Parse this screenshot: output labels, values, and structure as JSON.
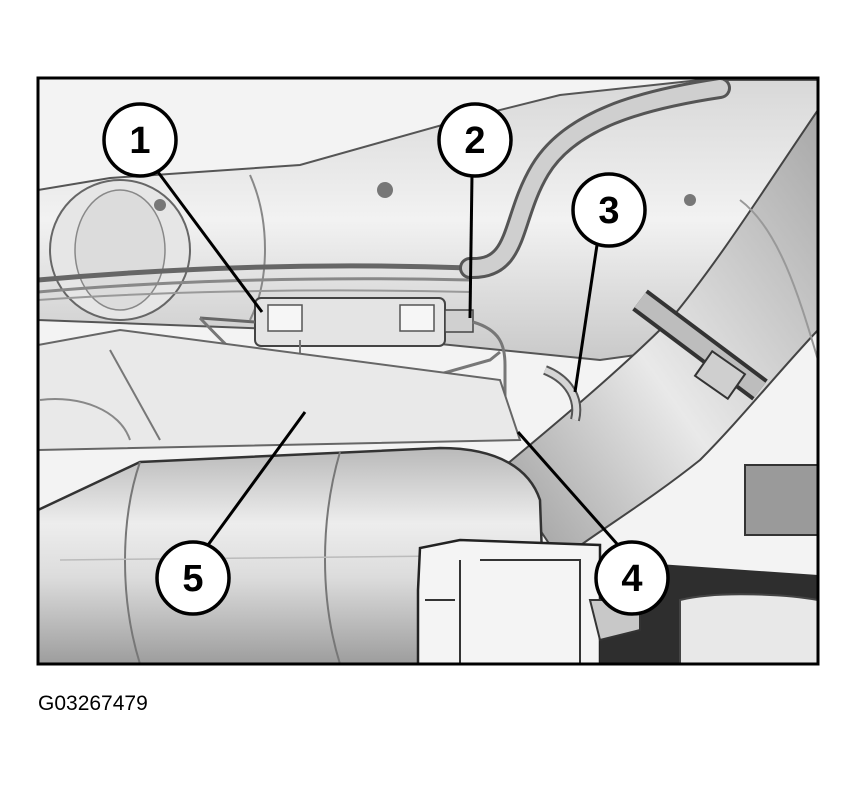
{
  "figure": {
    "id": "G03267479",
    "callouts": [
      {
        "label": "1"
      },
      {
        "label": "2"
      },
      {
        "label": "3"
      },
      {
        "label": "4"
      },
      {
        "label": "5"
      }
    ]
  }
}
